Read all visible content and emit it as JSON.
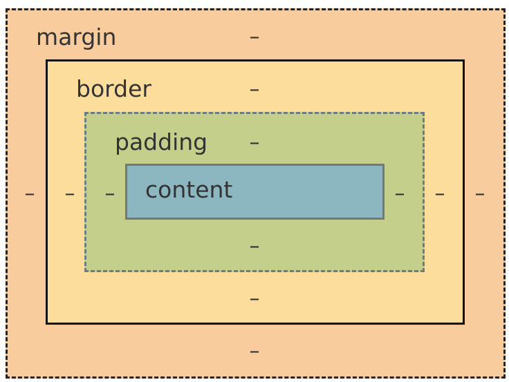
{
  "box_model": {
    "margin": {
      "label": "margin",
      "top": "–",
      "right": "–",
      "bottom": "–",
      "left": "–",
      "color": "#f9cc9d"
    },
    "border": {
      "label": "border",
      "top": "–",
      "right": "–",
      "bottom": "–",
      "left": "–",
      "color": "#fddd9b"
    },
    "padding": {
      "label": "padding",
      "top": "–",
      "right": "–",
      "bottom": "–",
      "left": "–",
      "color": "#c3cf8a"
    },
    "content": {
      "label": "content",
      "color": "#8cb6c0"
    }
  }
}
